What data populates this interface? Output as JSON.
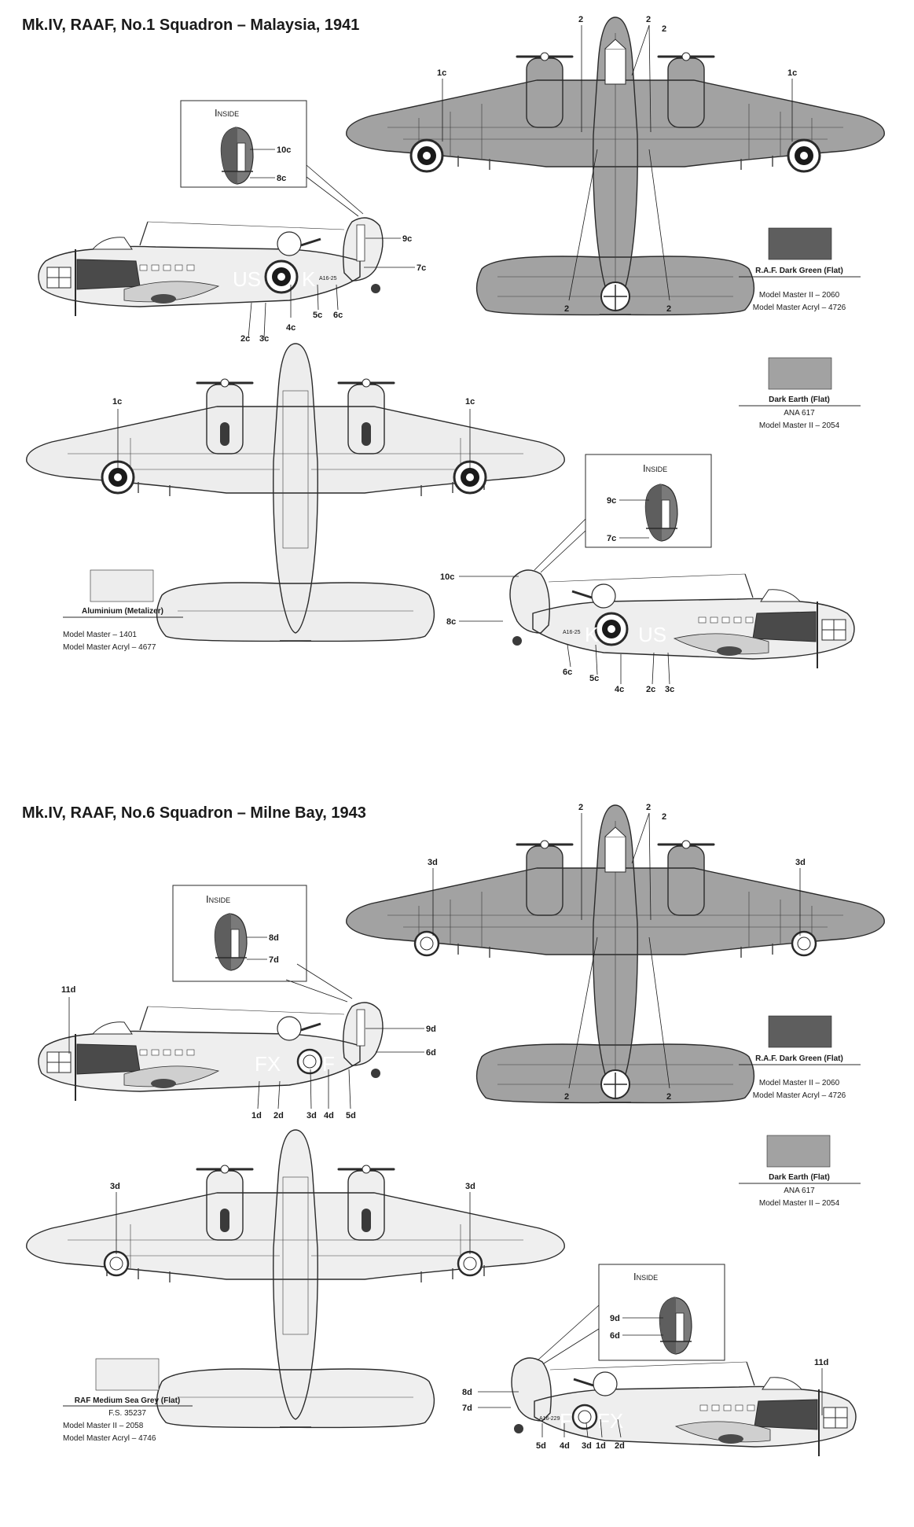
{
  "colors": {
    "dark_green": "#5e5e5e",
    "dark_earth": "#a2a2a2",
    "aluminium": "#ededed",
    "medium_sea_grey": "#efefef",
    "outline": "#2a2a2a",
    "page": "#ffffff"
  },
  "sections": [
    {
      "title": "Mk.IV, RAAF, No.1 Squadron  – Malaysia, 1941",
      "top_view_labels": [
        "2",
        "2",
        "2",
        "1c",
        "1c",
        "2",
        "2"
      ],
      "bottom_view_labels": [
        "1c",
        "1c"
      ],
      "left_side": {
        "inside_title": "Inside",
        "inside_labels": [
          "10c",
          "8c"
        ],
        "fuselage_codes": [
          "US",
          "K"
        ],
        "serial": "A16-25",
        "labels": [
          "9c",
          "7c",
          "2c",
          "3c",
          "4c",
          "5c",
          "6c"
        ]
      },
      "right_side": {
        "inside_title": "Inside",
        "inside_labels": [
          "9c",
          "7c"
        ],
        "fuselage_codes": [
          "K",
          "US"
        ],
        "serial": "A16-25",
        "labels": [
          "10c",
          "8c",
          "6c",
          "5c",
          "4c",
          "2c",
          "3c"
        ]
      },
      "swatches": [
        {
          "name": "R.A.F. Dark Green (Flat)",
          "lines": [
            "Model Master II – 2060",
            "Model Master Acryl – 4726"
          ],
          "color": "#5e5e5e"
        },
        {
          "name": "Dark Earth  (Flat)",
          "lines": [
            "ANA 617",
            "Model Master II – 2054"
          ],
          "color": "#a2a2a2"
        },
        {
          "name": "Aluminium (Metalizer)",
          "lines": [
            "Model Master – 1401",
            "Model Master Acryl – 4677"
          ],
          "color": "#ededed"
        }
      ]
    },
    {
      "title": "Mk.IV, RAAF, No.6 Squadron  – Milne Bay, 1943",
      "top_view_labels": [
        "2",
        "2",
        "2",
        "3d",
        "3d",
        "2",
        "2"
      ],
      "bottom_view_labels": [
        "3d",
        "3d"
      ],
      "left_side": {
        "inside_title": "Inside",
        "inside_labels": [
          "8d",
          "7d"
        ],
        "fuselage_codes": [
          "FX",
          "F"
        ],
        "serial": "",
        "labels": [
          "11d",
          "9d",
          "6d",
          "1d",
          "2d",
          "3d",
          "4d",
          "5d"
        ]
      },
      "right_side": {
        "inside_title": "Inside",
        "inside_labels": [
          "9d",
          "6d"
        ],
        "fuselage_codes": [
          "F",
          "FX"
        ],
        "serial": "A16-229",
        "labels": [
          "11d",
          "8d",
          "7d",
          "5d",
          "4d",
          "3d",
          "1d",
          "2d"
        ]
      },
      "swatches": [
        {
          "name": "R.A.F. Dark Green (Flat)",
          "lines": [
            "Model Master II – 2060",
            "Model Master Acryl – 4726"
          ],
          "color": "#5e5e5e"
        },
        {
          "name": "Dark Earth  (Flat)",
          "lines": [
            "ANA 617",
            "Model Master II – 2054"
          ],
          "color": "#a2a2a2"
        },
        {
          "name": "RAF Medium Sea Grey (Flat)",
          "lines": [
            "F.S. 35237",
            "Model Master II – 2058",
            "Model Master Acryl – 4746"
          ],
          "color": "#efefef"
        }
      ]
    }
  ]
}
